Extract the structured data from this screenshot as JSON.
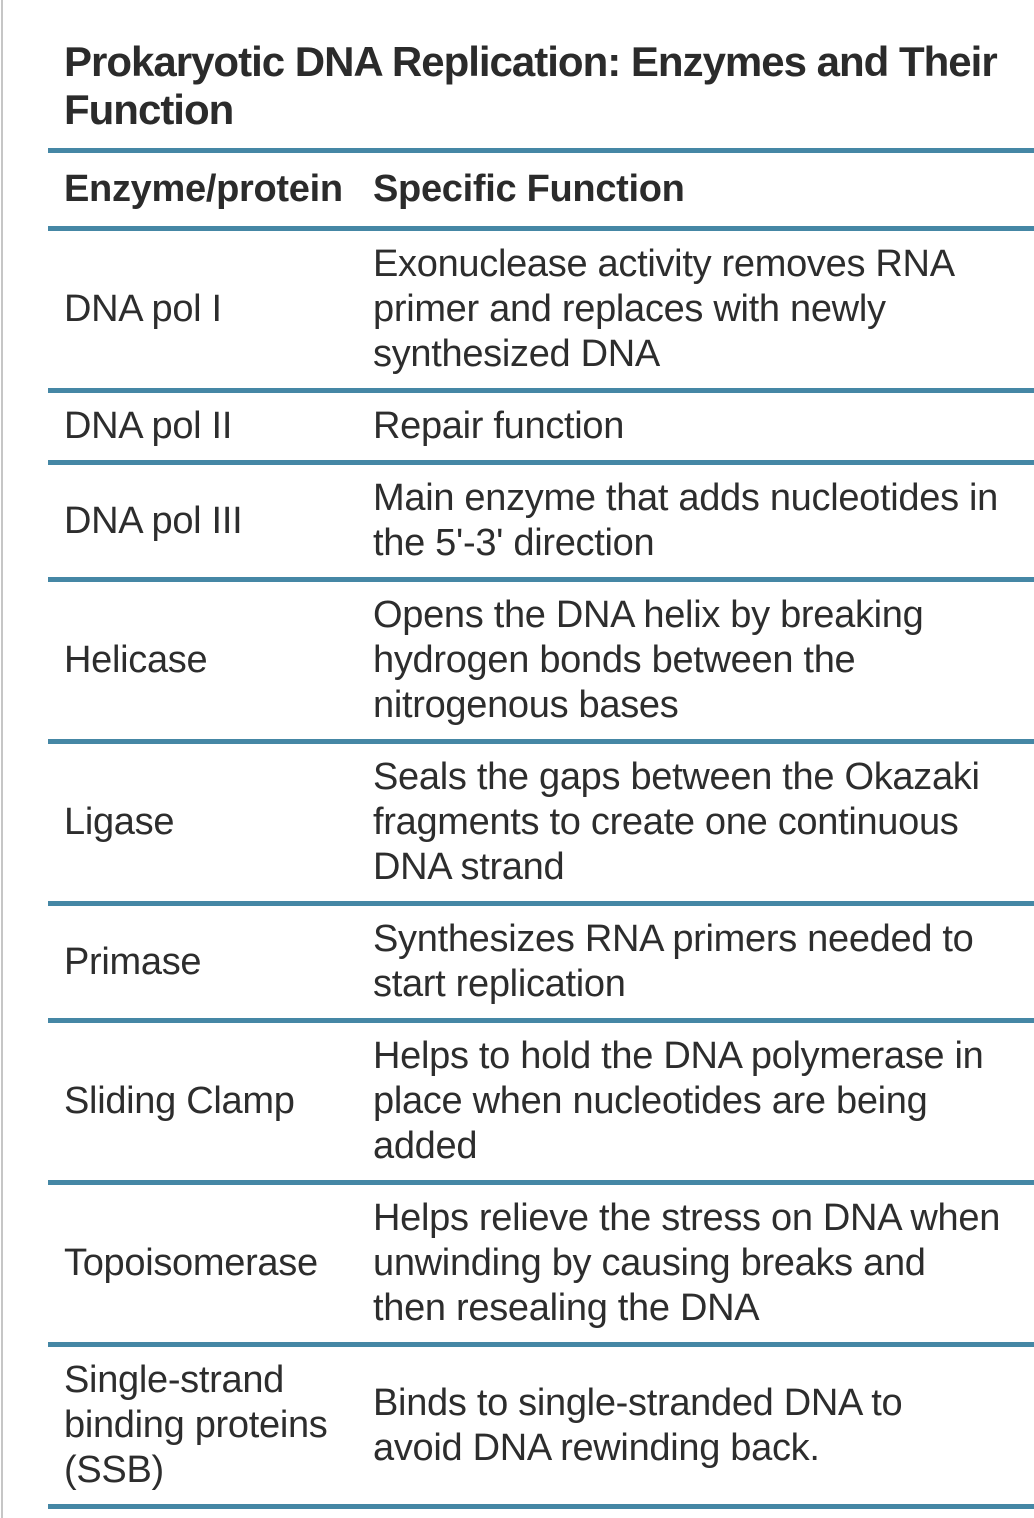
{
  "colors": {
    "divider": "#4587a5",
    "text": "#2d2d2d",
    "page_border": "#c6c6c6",
    "background": "#ffffff"
  },
  "title": {
    "lines": [
      "Prokaryotic DNA Replication: Enzymes and Their",
      "Function"
    ]
  },
  "table": {
    "columns": [
      {
        "label": "Enzyme/protein"
      },
      {
        "label": "Specific Function"
      }
    ],
    "rows": [
      {
        "enzyme": [
          "DNA pol I"
        ],
        "function": [
          "Exonuclease activity removes RNA",
          "primer and replaces with newly",
          "synthesized DNA"
        ]
      },
      {
        "enzyme": [
          "DNA pol II"
        ],
        "function": [
          "Repair function"
        ]
      },
      {
        "enzyme": [
          "DNA pol III"
        ],
        "function": [
          "Main enzyme that adds nucleotides in",
          "the 5'-3' direction"
        ]
      },
      {
        "enzyme": [
          "Helicase"
        ],
        "function": [
          "Opens the DNA helix by breaking",
          "hydrogen bonds between the",
          "nitrogenous bases"
        ]
      },
      {
        "enzyme": [
          "Ligase"
        ],
        "function": [
          "Seals the gaps between the Okazaki",
          "fragments to create one continuous",
          "DNA strand"
        ]
      },
      {
        "enzyme": [
          "Primase"
        ],
        "function": [
          "Synthesizes RNA primers needed to",
          "start replication"
        ]
      },
      {
        "enzyme": [
          "Sliding Clamp"
        ],
        "function": [
          "Helps to hold the DNA polymerase in",
          "place when nucleotides are being",
          "added"
        ]
      },
      {
        "enzyme": [
          "Topoisomerase"
        ],
        "function": [
          "Helps relieve the stress on DNA when",
          "unwinding by causing breaks and",
          "then resealing the DNA"
        ]
      },
      {
        "enzyme": [
          "Single-strand",
          "binding proteins",
          "(SSB)"
        ],
        "function": [
          "Binds to single-stranded DNA to",
          "avoid DNA rewinding back."
        ]
      }
    ]
  }
}
